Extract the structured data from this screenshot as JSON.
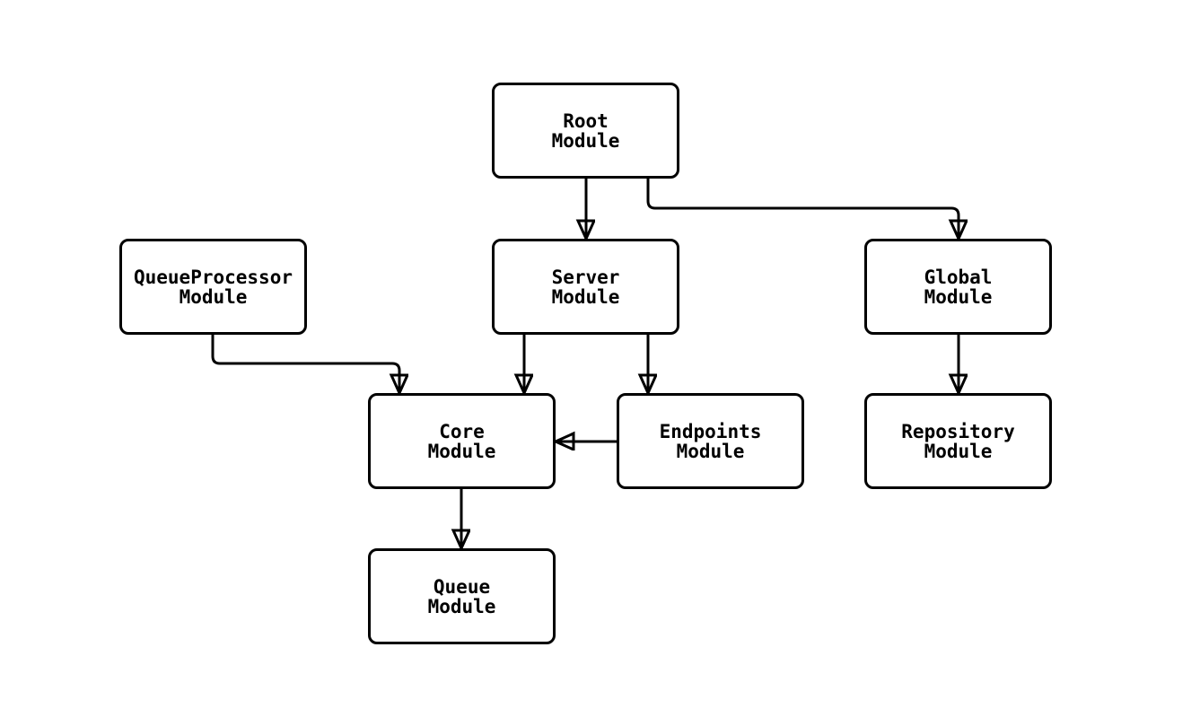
{
  "diagram": {
    "type": "flowchart",
    "colors": {
      "background": "#ffffff",
      "node_fill": "#ffffff",
      "node_border": "#000000",
      "edge": "#000000",
      "text": "#000000"
    },
    "nodes": {
      "root": {
        "line1": "Root",
        "line2": "Module"
      },
      "queueprocessor": {
        "line1": "QueueProcessor",
        "line2": "Module"
      },
      "server": {
        "line1": "Server",
        "line2": "Module"
      },
      "global": {
        "line1": "Global",
        "line2": "Module"
      },
      "core": {
        "line1": "Core",
        "line2": "Module"
      },
      "endpoints": {
        "line1": "Endpoints",
        "line2": "Module"
      },
      "repository": {
        "line1": "Repository",
        "line2": "Module"
      },
      "queue": {
        "line1": "Queue",
        "line2": "Module"
      }
    },
    "edges": [
      {
        "from": "Root Module",
        "to": "Server Module"
      },
      {
        "from": "Root Module",
        "to": "Global Module"
      },
      {
        "from": "QueueProcessor Module",
        "to": "Core Module"
      },
      {
        "from": "Server Module",
        "to": "Core Module"
      },
      {
        "from": "Server Module",
        "to": "Endpoints Module"
      },
      {
        "from": "Endpoints Module",
        "to": "Core Module"
      },
      {
        "from": "Global Module",
        "to": "Repository Module"
      },
      {
        "from": "Core Module",
        "to": "Queue Module"
      }
    ]
  }
}
